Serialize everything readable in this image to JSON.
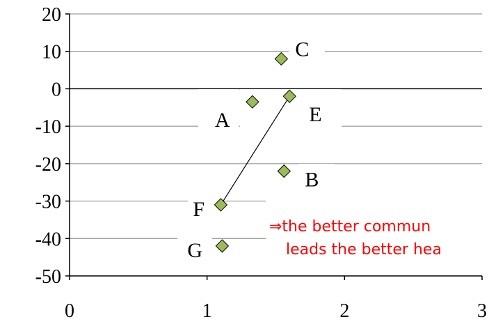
{
  "chart_data": {
    "type": "scatter",
    "title": "",
    "xlabel": "",
    "ylabel": "",
    "xlim": [
      0,
      3
    ],
    "ylim": [
      -50,
      20
    ],
    "x_ticks": [
      "0",
      "1",
      "2",
      "3"
    ],
    "y_ticks": [
      "20",
      "10",
      "0",
      "-10",
      "-20",
      "-30",
      "-40",
      "-50"
    ],
    "grid": "horizontal",
    "marker": "diamond",
    "marker_color": "#9BBB59",
    "marker_edge": "#000000",
    "points": [
      {
        "label": "A",
        "x": 1.33,
        "y": -3.5
      },
      {
        "label": "B",
        "x": 1.56,
        "y": -22
      },
      {
        "label": "C",
        "x": 1.54,
        "y": 8
      },
      {
        "label": "E",
        "x": 1.6,
        "y": -2
      },
      {
        "label": "F",
        "x": 1.1,
        "y": -31
      },
      {
        "label": "G",
        "x": 1.11,
        "y": -42
      }
    ],
    "connector": {
      "from": "F",
      "to": "E"
    },
    "annotation": {
      "lines": [
        "⇒the better commun",
        "leads the better hea"
      ],
      "color": "#FF0000"
    }
  }
}
